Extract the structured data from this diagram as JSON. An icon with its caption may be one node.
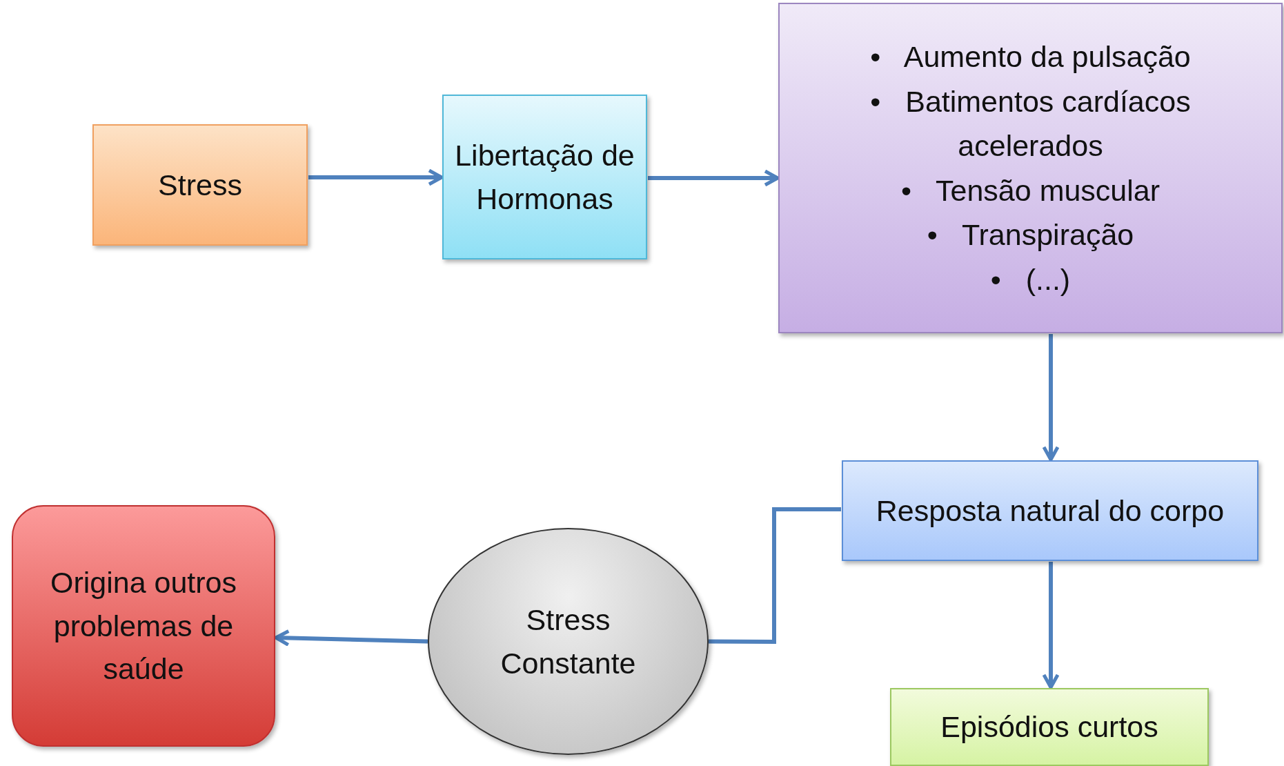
{
  "diagram": {
    "nodes": [
      {
        "text": [
          "Stress"
        ]
      },
      {
        "text": [
          "Libertação de Hormonas"
        ]
      },
      {
        "text": [
          "•   Aumento da pulsação",
          "•   Batimentos cardíacos acelerados",
          "•   Tensão muscular",
          "•   Transpiração",
          "•   (...)"
        ]
      },
      {
        "text": [
          "Resposta natural do corpo"
        ]
      },
      {
        "text": [
          "Episódios curtos"
        ]
      },
      {
        "text": [
          "Stress Constante"
        ]
      },
      {
        "text": [
          "Origina outros problemas de saúde"
        ]
      }
    ],
    "edges": [
      {
        "from": 0,
        "to": 1,
        "arrow": "to"
      },
      {
        "from": 1,
        "to": 2,
        "arrow": "to"
      },
      {
        "from": 2,
        "to": 3,
        "arrow": "to"
      },
      {
        "from": 3,
        "to": 4,
        "arrow": "to"
      },
      {
        "from": 3,
        "to": 5,
        "arrow": "none"
      },
      {
        "from": 5,
        "to": 6,
        "arrow": "to"
      }
    ]
  }
}
